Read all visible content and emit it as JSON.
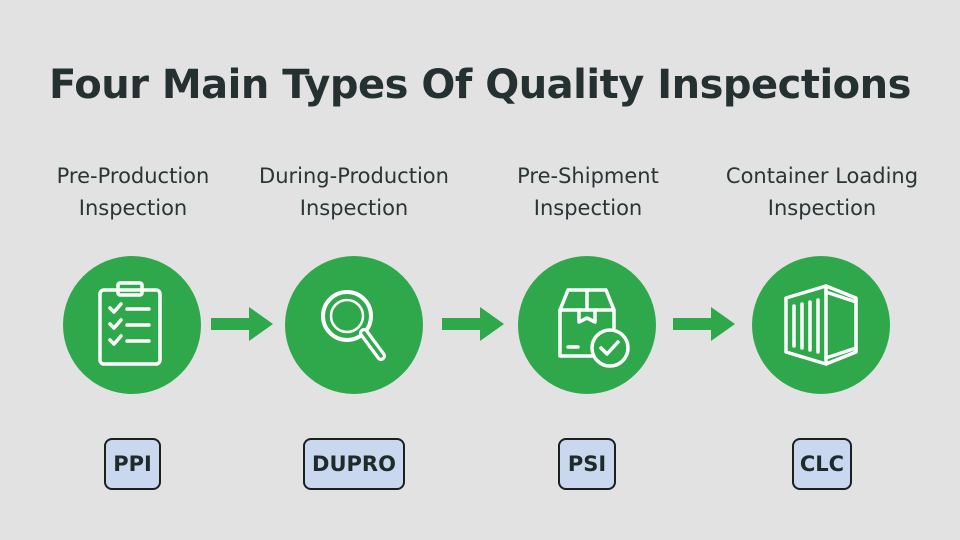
{
  "title": "Four Main Types Of Quality Inspections",
  "colors": {
    "accent": "#2ea84a",
    "badge_bg": "#c9d8ee",
    "background": "#e2e2e2"
  },
  "stages": [
    {
      "label_line1": "Pre-Production",
      "label_line2": "Inspection",
      "abbr": "PPI",
      "icon": "clipboard-checklist-icon"
    },
    {
      "label_line1": "During-Production",
      "label_line2": "Inspection",
      "abbr": "DUPRO",
      "icon": "magnifying-glass-icon"
    },
    {
      "label_line1": "Pre-Shipment",
      "label_line2": "Inspection",
      "abbr": "PSI",
      "icon": "box-check-icon"
    },
    {
      "label_line1": "Container Loading",
      "label_line2": "Inspection",
      "abbr": "CLC",
      "icon": "shipping-container-icon"
    }
  ]
}
